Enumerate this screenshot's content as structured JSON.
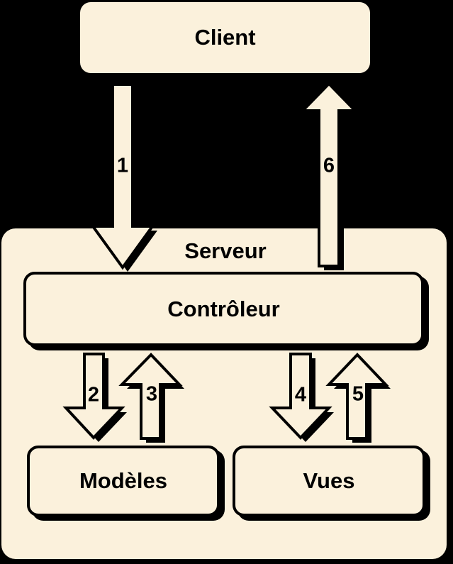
{
  "diagram": {
    "title": "MVC client-server architecture diagram",
    "colors": {
      "background": "#000000",
      "surface": "#FBF1DC",
      "ink": "#000000"
    },
    "nodes": {
      "client": {
        "label": "Client"
      },
      "server": {
        "label": "Serveur"
      },
      "controller": {
        "label": "Contrôleur"
      },
      "models": {
        "label": "Modèles"
      },
      "views": {
        "label": "Vues"
      }
    },
    "arrows": [
      {
        "label": "1",
        "direction": "down",
        "from": "Client",
        "to": "Contrôleur"
      },
      {
        "label": "2",
        "direction": "down",
        "from": "Contrôleur",
        "to": "Modèles"
      },
      {
        "label": "3",
        "direction": "up",
        "from": "Modèles",
        "to": "Contrôleur"
      },
      {
        "label": "4",
        "direction": "down",
        "from": "Contrôleur",
        "to": "Vues"
      },
      {
        "label": "5",
        "direction": "up",
        "from": "Vues",
        "to": "Contrôleur"
      },
      {
        "label": "6",
        "direction": "up",
        "from": "Contrôleur",
        "to": "Client"
      }
    ]
  }
}
